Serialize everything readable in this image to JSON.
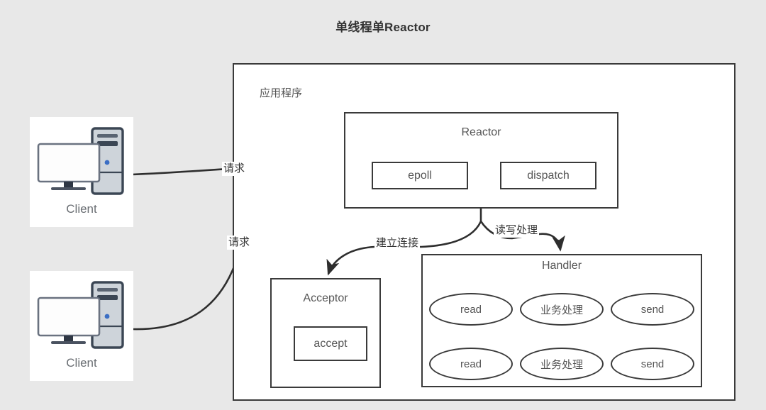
{
  "title": "单线程单Reactor",
  "colors": {
    "background": "#e8e8e8",
    "stroke": "#3a3a3a",
    "surface": "#ffffff",
    "text_primary": "#333333",
    "text_secondary": "#555555",
    "client_caption": "#6a6e73",
    "client_tower_body": "#ced4da",
    "client_tower_outline": "#3b4654",
    "client_monitor_fill": "#fdfdfd",
    "client_accent_dot": "#3b6ec4"
  },
  "container": {
    "label": "应用程序"
  },
  "reactor": {
    "title": "Reactor",
    "items": [
      {
        "label": "epoll"
      },
      {
        "label": "dispatch"
      }
    ]
  },
  "acceptor": {
    "title": "Acceptor",
    "items": [
      {
        "label": "accept"
      }
    ]
  },
  "handler": {
    "title": "Handler",
    "rows": [
      {
        "cells": [
          {
            "label": "read"
          },
          {
            "label": "业务处理"
          },
          {
            "label": "send"
          }
        ]
      },
      {
        "cells": [
          {
            "label": "read"
          },
          {
            "label": "业务处理"
          },
          {
            "label": "send"
          }
        ]
      }
    ]
  },
  "clients": [
    {
      "caption": "Client"
    },
    {
      "caption": "Client"
    }
  ],
  "edges": [
    {
      "id": "req-0",
      "label": "请求",
      "from": "client-0",
      "to": "reactor"
    },
    {
      "id": "req-1",
      "label": "请求",
      "from": "client-1",
      "to": "reactor"
    },
    {
      "id": "connect",
      "label": "建立连接",
      "from": "reactor",
      "to": "acceptor"
    },
    {
      "id": "rw",
      "label": "读写处理",
      "from": "reactor",
      "to": "handler"
    }
  ]
}
